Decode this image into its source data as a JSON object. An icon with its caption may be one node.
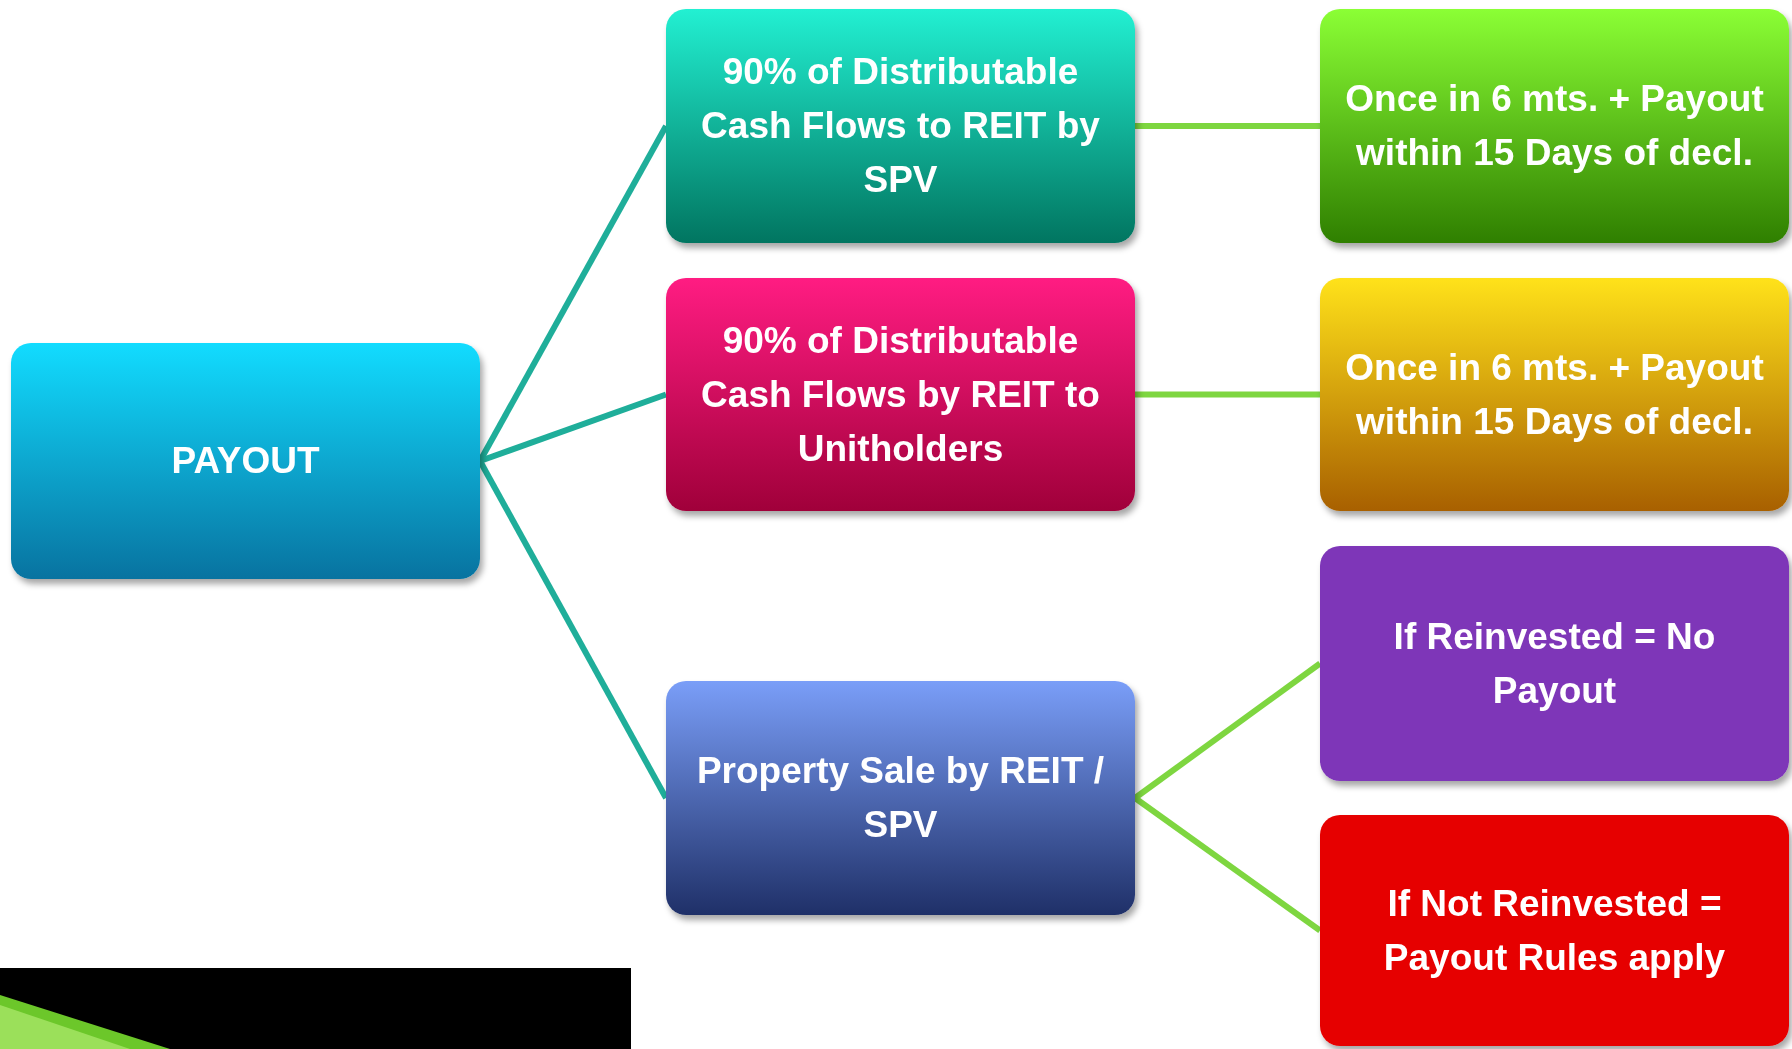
{
  "diagram": {
    "nodes": [
      {
        "text": [
          "PAYOUT"
        ]
      },
      {
        "text": [
          "90% of Distributable Cash Flows to REIT by SPV"
        ]
      },
      {
        "text": [
          "90% of Distributable Cash Flows by REIT to Unitholders"
        ]
      },
      {
        "text": [
          "Property Sale by REIT / SPV"
        ]
      },
      {
        "text": [
          "Once in 6 mts. + Payout within 15 Days of decl."
        ]
      },
      {
        "text": [
          "Once in 6 mts. + Payout within 15 Days of decl."
        ]
      },
      {
        "text": [
          "If Reinvested = No Payout"
        ]
      },
      {
        "text": [
          "If Not Reinvested = Payout Rules apply"
        ]
      }
    ],
    "edges": [
      {
        "from": 0,
        "to": 1,
        "arrow": "none",
        "color": "#1fae9a"
      },
      {
        "from": 0,
        "to": 2,
        "arrow": "none",
        "color": "#1fae9a"
      },
      {
        "from": 0,
        "to": 3,
        "arrow": "none",
        "color": "#1fae9a"
      },
      {
        "from": 1,
        "to": 4,
        "arrow": "none"
      },
      {
        "from": 2,
        "to": 5,
        "arrow": "none"
      },
      {
        "from": 3,
        "to": 6,
        "arrow": "none"
      },
      {
        "from": 3,
        "to": 7,
        "arrow": "none"
      }
    ]
  }
}
